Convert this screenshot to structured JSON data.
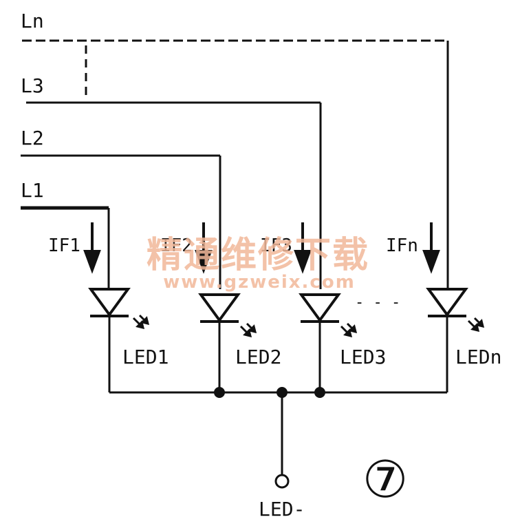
{
  "diagram": {
    "lines": {
      "ln": "Ln",
      "l3": "L3",
      "l2": "L2",
      "l1": "L1"
    },
    "currents": {
      "if1": "IF1",
      "if2": "IF2",
      "if3": "IF3",
      "ifn": "IFn"
    },
    "leds": {
      "led1": "LED1",
      "led2": "LED2",
      "led3": "LED3",
      "ledn": "LEDn"
    },
    "common_terminal": "LED-",
    "figure_number": "⑦",
    "continuation": "- - -"
  },
  "watermark": {
    "title": "精通维修下载",
    "url": "www.gzweix.com",
    "color": "#f2b89a"
  },
  "colors": {
    "ink": "#111111",
    "background": "#ffffff"
  }
}
